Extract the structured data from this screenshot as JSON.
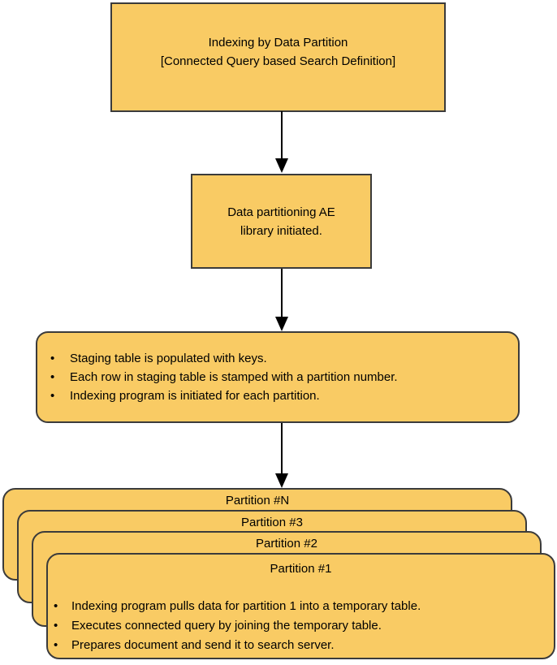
{
  "diagram": {
    "bullet_glyph": "•",
    "title_node": {
      "line1": "Indexing by Data Partition",
      "line2": "[Connected Query based Search Definition]"
    },
    "ae_node": {
      "line1": "Data partitioning AE",
      "line2": "library initiated."
    },
    "staging_node": {
      "bullets": [
        "Staging table is populated with keys.",
        "Each row in staging table is stamped with a partition number.",
        "Indexing program is initiated for each partition."
      ]
    },
    "partition_stack": {
      "back_cards": [
        {
          "title": "Partition #N"
        },
        {
          "title": "Partition #3"
        },
        {
          "title": "Partition #2"
        }
      ],
      "front_card": {
        "title": "Partition #1",
        "bullets": [
          "Indexing program pulls data for partition 1 into a temporary table.",
          "Executes connected query by joining the temporary table.",
          "Prepares document and send it to search server."
        ]
      }
    },
    "colors": {
      "node_fill": "#F9CB64",
      "node_stroke": "#3B3B3B",
      "arrow": "#000000",
      "text": "#000000",
      "background": "#FFFFFF"
    }
  }
}
